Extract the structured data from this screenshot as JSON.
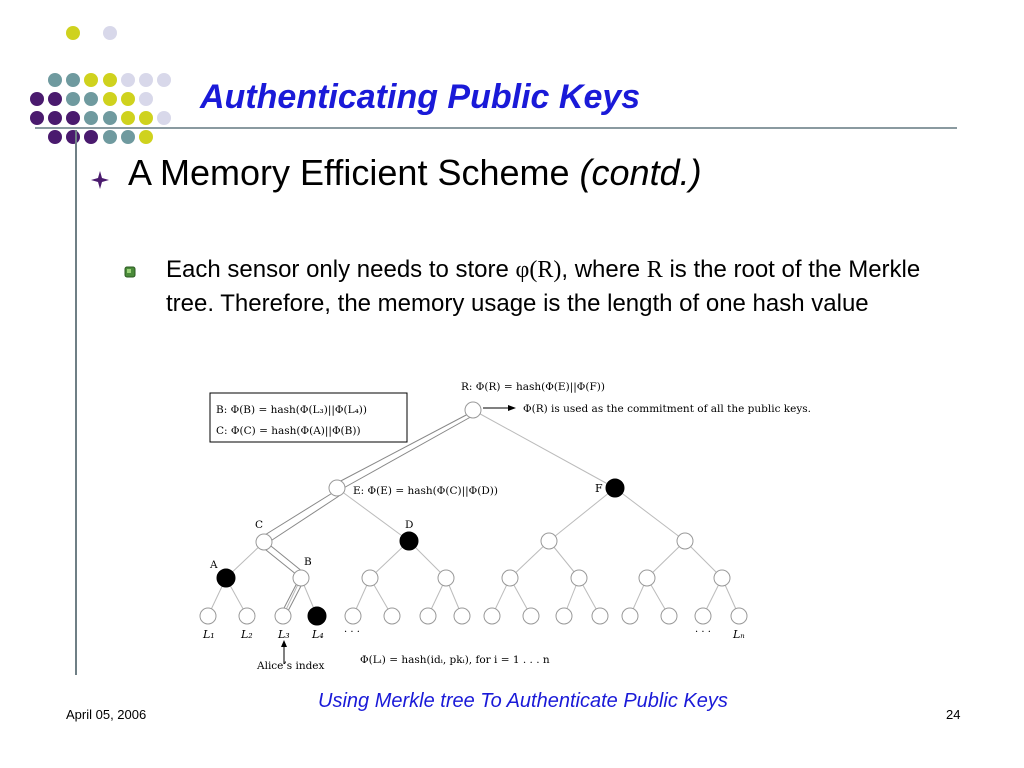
{
  "colors": {
    "title": "#1a1ad8",
    "dot_purple": "#4a1a6e",
    "dot_teal": "#6f9a9f",
    "dot_yellow": "#cfd21e",
    "dot_lavender": "#d8d8ea",
    "node_filled": "#000000"
  },
  "title": "Authenticating Public Keys",
  "bullet1": {
    "text": "A Memory Efficient Scheme",
    "italic": "(contd.)"
  },
  "bullet2": {
    "part1": "Each sensor only needs to store ",
    "phi": "φ(R)",
    "part2": ", where ",
    "r": "R",
    "part3": " is the root of the Merkle tree. Therefore, the memory usage is the length of one hash value"
  },
  "diagram": {
    "box_line1": "B: Φ(B) = hash(Φ(L₃)||Φ(L₄))",
    "box_line2": "C: Φ(C) = hash(Φ(A)||Φ(B))",
    "root_label": "R: Φ(R) = hash(Φ(E)||Φ(F))",
    "root_note": "Φ(R) is used as the commitment of all the public keys.",
    "e_label": "E: Φ(E) = hash(Φ(C)||Φ(D))",
    "f_label": "F",
    "c_label": "C",
    "d_label": "D",
    "a_label": "A",
    "b_label": "B",
    "leaves": [
      "L₁",
      "L₂",
      "L₃",
      "L₄"
    ],
    "ellipsis": "· · ·",
    "ln": "Lₙ",
    "alice": "Alice’s index",
    "leaf_formula": "Φ(Lᵢ) = hash(idᵢ, pkᵢ), for i = 1 . . . n"
  },
  "caption": "Using Merkle tree To Authenticate Public Keys",
  "footer": {
    "date": "April 05, 2006",
    "page": "24"
  }
}
